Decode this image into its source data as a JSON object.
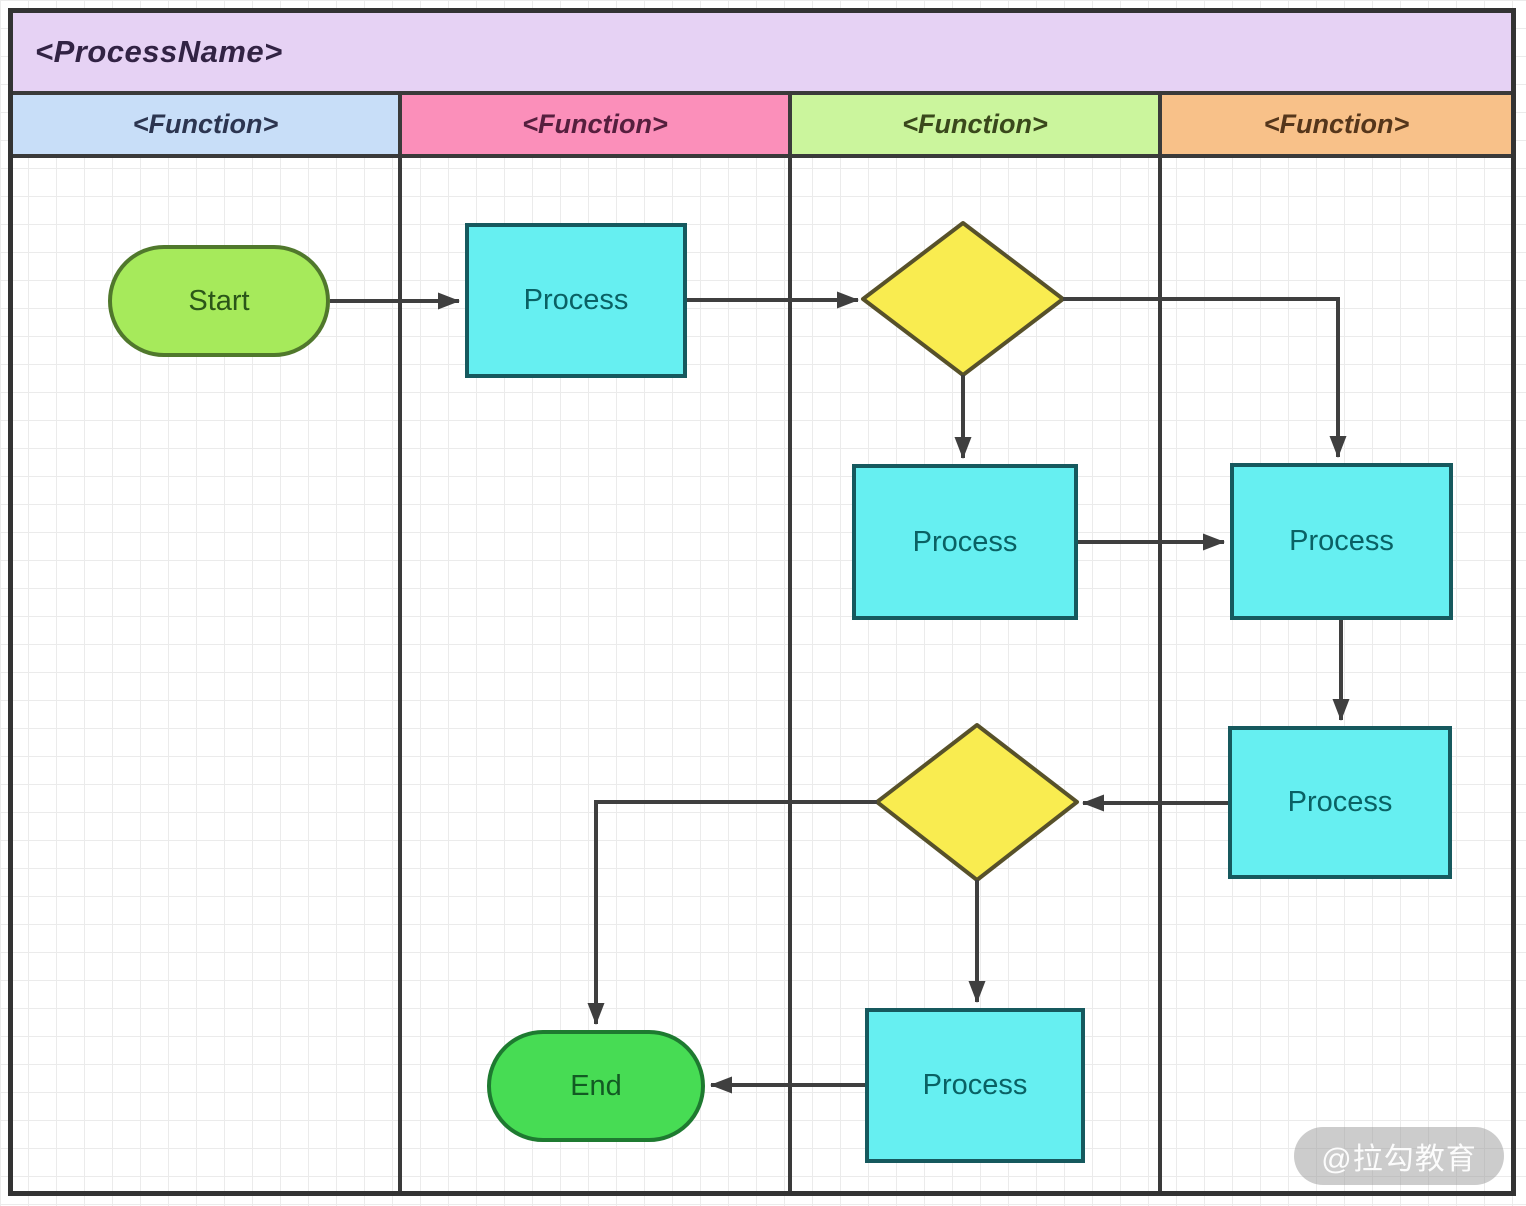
{
  "title": "<ProcessName>",
  "lanes": [
    {
      "label": "<Function>",
      "fill": "#c8def8"
    },
    {
      "label": "<Function>",
      "fill": "#fb8fba"
    },
    {
      "label": "<Function>",
      "fill": "#cbf59d"
    },
    {
      "label": "<Function>",
      "fill": "#f8c189"
    }
  ],
  "nodes": [
    {
      "id": "start",
      "type": "terminator-start",
      "label": "Start",
      "lane": 1
    },
    {
      "id": "process-1",
      "type": "process",
      "label": "Process",
      "lane": 2
    },
    {
      "id": "decision-1",
      "type": "decision",
      "label": "",
      "lane": 3
    },
    {
      "id": "process-2",
      "type": "process",
      "label": "Process",
      "lane": 3
    },
    {
      "id": "process-3",
      "type": "process",
      "label": "Process",
      "lane": 4
    },
    {
      "id": "process-4",
      "type": "process",
      "label": "Process",
      "lane": 4
    },
    {
      "id": "decision-2",
      "type": "decision",
      "label": "",
      "lane": 3
    },
    {
      "id": "process-5",
      "type": "process",
      "label": "Process",
      "lane": 3
    },
    {
      "id": "end",
      "type": "terminator-end",
      "label": "End",
      "lane": 2
    }
  ],
  "edges": [
    {
      "from": "start",
      "to": "process-1"
    },
    {
      "from": "process-1",
      "to": "decision-1"
    },
    {
      "from": "decision-1",
      "to": "process-2"
    },
    {
      "from": "decision-1",
      "to": "process-3"
    },
    {
      "from": "process-2",
      "to": "process-3"
    },
    {
      "from": "process-3",
      "to": "process-4"
    },
    {
      "from": "process-4",
      "to": "decision-2"
    },
    {
      "from": "decision-2",
      "to": "end"
    },
    {
      "from": "decision-2",
      "to": "process-5"
    },
    {
      "from": "process-5",
      "to": "end"
    }
  ],
  "watermark": "@拉勾教育",
  "colors": {
    "title_fill": "#e6d2f4",
    "terminator_start_fill": "#a6ea5b",
    "terminator_end_fill": "#47dc54",
    "process_fill": "#66eff1",
    "decision_fill": "#f9ec50",
    "decision_stroke": "#57512a",
    "connector": "#3f3f3f",
    "border": "#333333"
  }
}
